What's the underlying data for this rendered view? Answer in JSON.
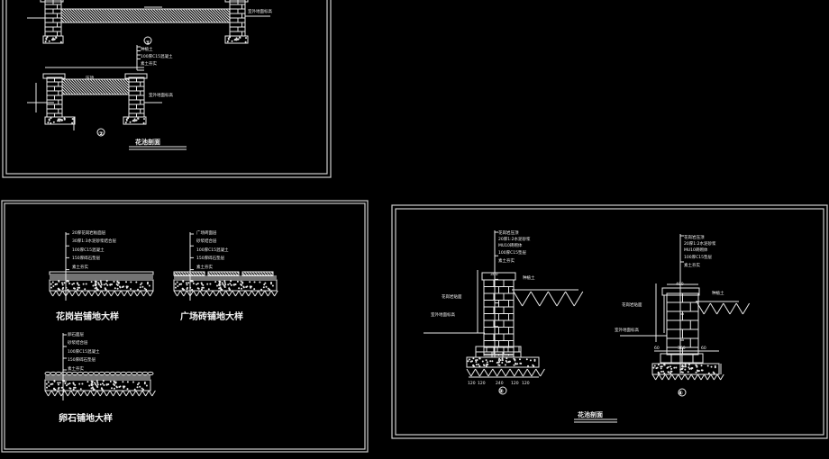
{
  "colors": {
    "background": "#000000",
    "lines": "#e8e8e8"
  },
  "panel_top_left": {
    "title": "花池剖面",
    "marker_1": "①",
    "marker_2": "②",
    "labels": [
      "种植土",
      "100厚C15混凝土",
      "素土夯实",
      "压顶",
      "室外地面标高"
    ]
  },
  "panel_paving": {
    "granite": {
      "title": "花岗岩铺地大样",
      "layers": [
        "20厚花岗岩板面层",
        "30厚1:3水泥砂浆结合层",
        "100厚C15混凝土",
        "150厚碎石垫层",
        "素土夯实"
      ]
    },
    "plaza_brick": {
      "title": "广场砖铺地大样",
      "layers": [
        "广场砖面层",
        "砂浆结合层",
        "100厚C15混凝土",
        "150厚碎石垫层",
        "素土夯实"
      ]
    },
    "pebble": {
      "title": "卵石铺地大样",
      "layers": [
        "卵石面层",
        "砂浆结合层",
        "100厚C15混凝土",
        "150厚碎石垫层",
        "素土夯实"
      ]
    }
  },
  "panel_right": {
    "title": "花池剖面",
    "left_section": {
      "marker": "③",
      "layers": [
        "花岗岩压顶",
        "20厚1:2水泥砂浆",
        "MU10砖砌体",
        "100厚C15垫层",
        "素土夯实"
      ],
      "side_labels": [
        "种植土",
        "花岗岩贴面",
        "室外地面标高"
      ],
      "dims": [
        "120",
        "120",
        "240",
        "120",
        "120"
      ],
      "top_dim": "300"
    },
    "right_section": {
      "marker": "④",
      "layers": [
        "花岗岩压顶",
        "20厚1:2水泥砂浆",
        "MU10砖砌体",
        "100厚C15垫层",
        "素土夯实"
      ],
      "side_labels": [
        "种植土",
        "花岗岩贴面",
        "室外地面标高"
      ],
      "dims": [
        "60",
        "360",
        "60"
      ],
      "top_dim": "400"
    }
  }
}
